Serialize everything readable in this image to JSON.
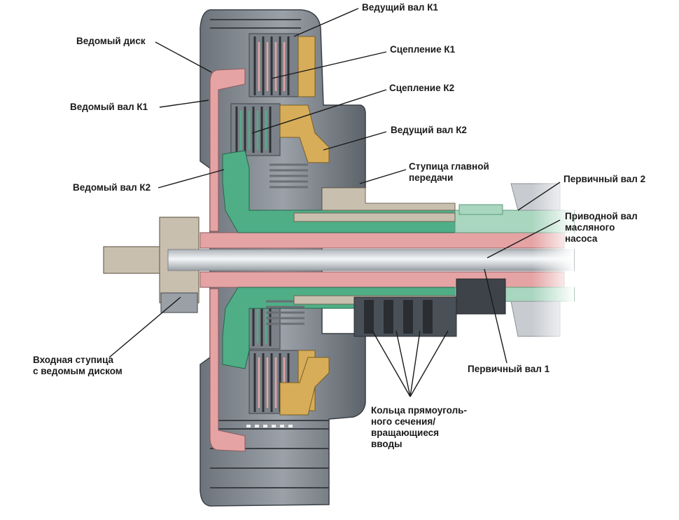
{
  "labels": {
    "driving_shaft_k1": "Ведущий вал К1",
    "clutch_k1": "Сцепление К1",
    "clutch_k2": "Сцепление К2",
    "driving_shaft_k2": "Ведущий вал К2",
    "final_drive_hub": [
      "Ступица главной",
      "передачи"
    ],
    "input_shaft_2": "Первичный вал 2",
    "oil_pump_drive_shaft": [
      "Приводной вал",
      "масляного",
      "насоса"
    ],
    "driven_disc": "Ведомый диск",
    "driven_shaft_k1": "Ведомый вал К1",
    "driven_shaft_k2": "Ведомый вал К2",
    "input_hub": [
      "Входная ступица",
      "с ведомым диском"
    ],
    "input_shaft_1": "Первичный вал 1",
    "rings": [
      "Кольца прямоуголь-",
      "ного сечения/",
      "вращающиеся",
      "вводы"
    ]
  },
  "colors": {
    "housing": "#8e949b",
    "housing_dark": "#4a5057",
    "k1_red": "#e5a3a4",
    "k2_green": "#4fae86",
    "k2_green_light": "#a9d6bf",
    "gold": "#d7ad5a",
    "hub": "#c9bfae",
    "shaft": "#d9dde1"
  }
}
